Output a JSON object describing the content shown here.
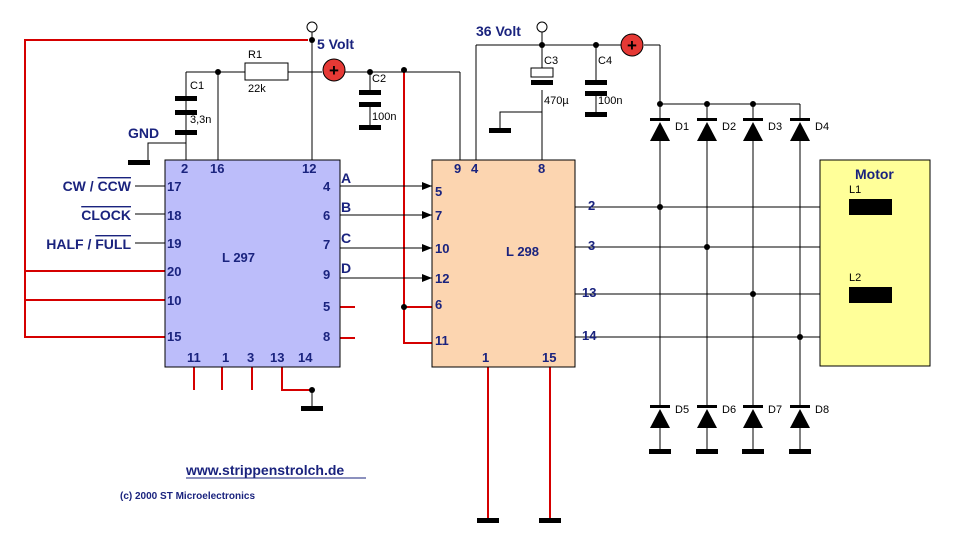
{
  "labels": {
    "v5": "5 Volt",
    "v36": "36 Volt",
    "gnd": "GND",
    "cw": "CW / ",
    "cw_over": "CCW",
    "clock": "CLOCK",
    "half": "HALF / ",
    "full": "FULL",
    "motor": "Motor",
    "l1": "L1",
    "l2": "L2",
    "url": "www.strippenstrolch.de",
    "copyright": "(c) 2000 ST Microelectronics"
  },
  "ic1": {
    "name": "L 297",
    "pins_top": [
      "2",
      "16",
      "12"
    ],
    "pins_left": [
      "17",
      "18",
      "19",
      "20",
      "10",
      "15"
    ],
    "pins_right": [
      "4",
      "6",
      "7",
      "9",
      "5",
      "8"
    ],
    "pins_bottom": [
      "11",
      "1",
      "3",
      "13",
      "14"
    ]
  },
  "ic2": {
    "name": "L 298",
    "pins_top": [
      "9",
      "4",
      "8"
    ],
    "pins_left": [
      "5",
      "7",
      "10",
      "12",
      "6",
      "11"
    ],
    "pins_right": [
      "2",
      "3",
      "13",
      "14"
    ],
    "pins_bottom": [
      "1",
      "15"
    ]
  },
  "signals": [
    "A",
    "B",
    "C",
    "D"
  ],
  "components": {
    "r1": {
      "name": "R1",
      "value": "22k"
    },
    "c1": {
      "name": "C1",
      "value": "3,3n"
    },
    "c2": {
      "name": "C2",
      "value": "100n"
    },
    "c3": {
      "name": "C3",
      "value": "470µ"
    },
    "c4": {
      "name": "C4",
      "value": "100n"
    },
    "diodes_top": [
      "D1",
      "D2",
      "D3",
      "D4"
    ],
    "diodes_bottom": [
      "D5",
      "D6",
      "D7",
      "D8"
    ]
  },
  "colors": {
    "ic1_fill": "#bcbdfa",
    "ic2_fill": "#fcd5b0",
    "motor_fill": "#ffff99",
    "wire_red": "#d50000",
    "label_blue": "#1a237e"
  }
}
